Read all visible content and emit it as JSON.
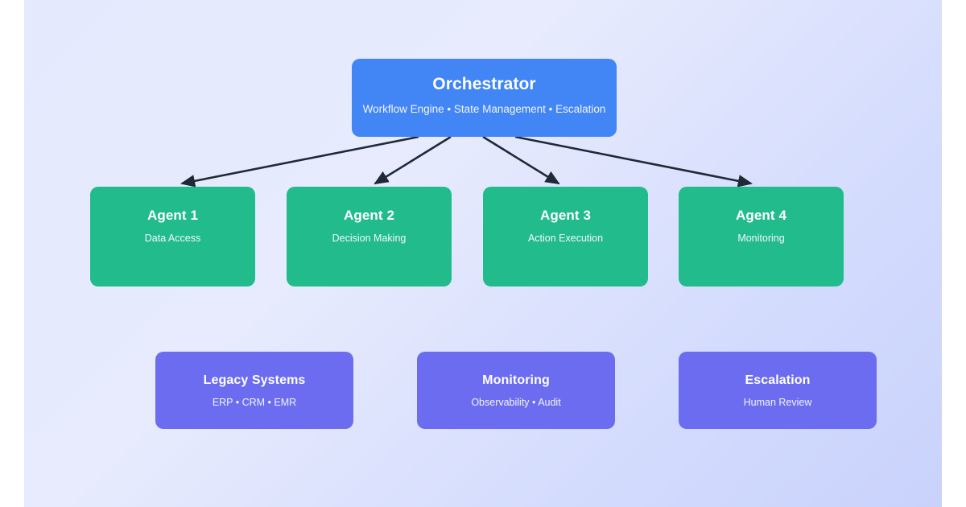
{
  "diagram": {
    "background_from": "#e4e9fd",
    "background_to": "#c9d2fc",
    "connector_color": "#1f2a37"
  },
  "orchestrator": {
    "title": "Orchestrator",
    "subtitle": "Workflow Engine • State Management • Escalation",
    "color": "#4285f4"
  },
  "agents": {
    "color": "#22bc8c",
    "items": [
      {
        "title": "Agent 1",
        "subtitle": "Data Access"
      },
      {
        "title": "Agent 2",
        "subtitle": "Decision Making"
      },
      {
        "title": "Agent 3",
        "subtitle": "Action Execution"
      },
      {
        "title": "Agent 4",
        "subtitle": "Monitoring"
      }
    ]
  },
  "support": {
    "color": "#6c6cf0",
    "items": [
      {
        "title": "Legacy Systems",
        "subtitle": "ERP • CRM • EMR"
      },
      {
        "title": "Monitoring",
        "subtitle": "Observability • Audit"
      },
      {
        "title": "Escalation",
        "subtitle": "Human Review"
      }
    ]
  },
  "connections": [
    {
      "from": "Orchestrator",
      "to": "Agent 1"
    },
    {
      "from": "Orchestrator",
      "to": "Agent 2"
    },
    {
      "from": "Orchestrator",
      "to": "Agent 3"
    },
    {
      "from": "Orchestrator",
      "to": "Agent 4"
    }
  ]
}
